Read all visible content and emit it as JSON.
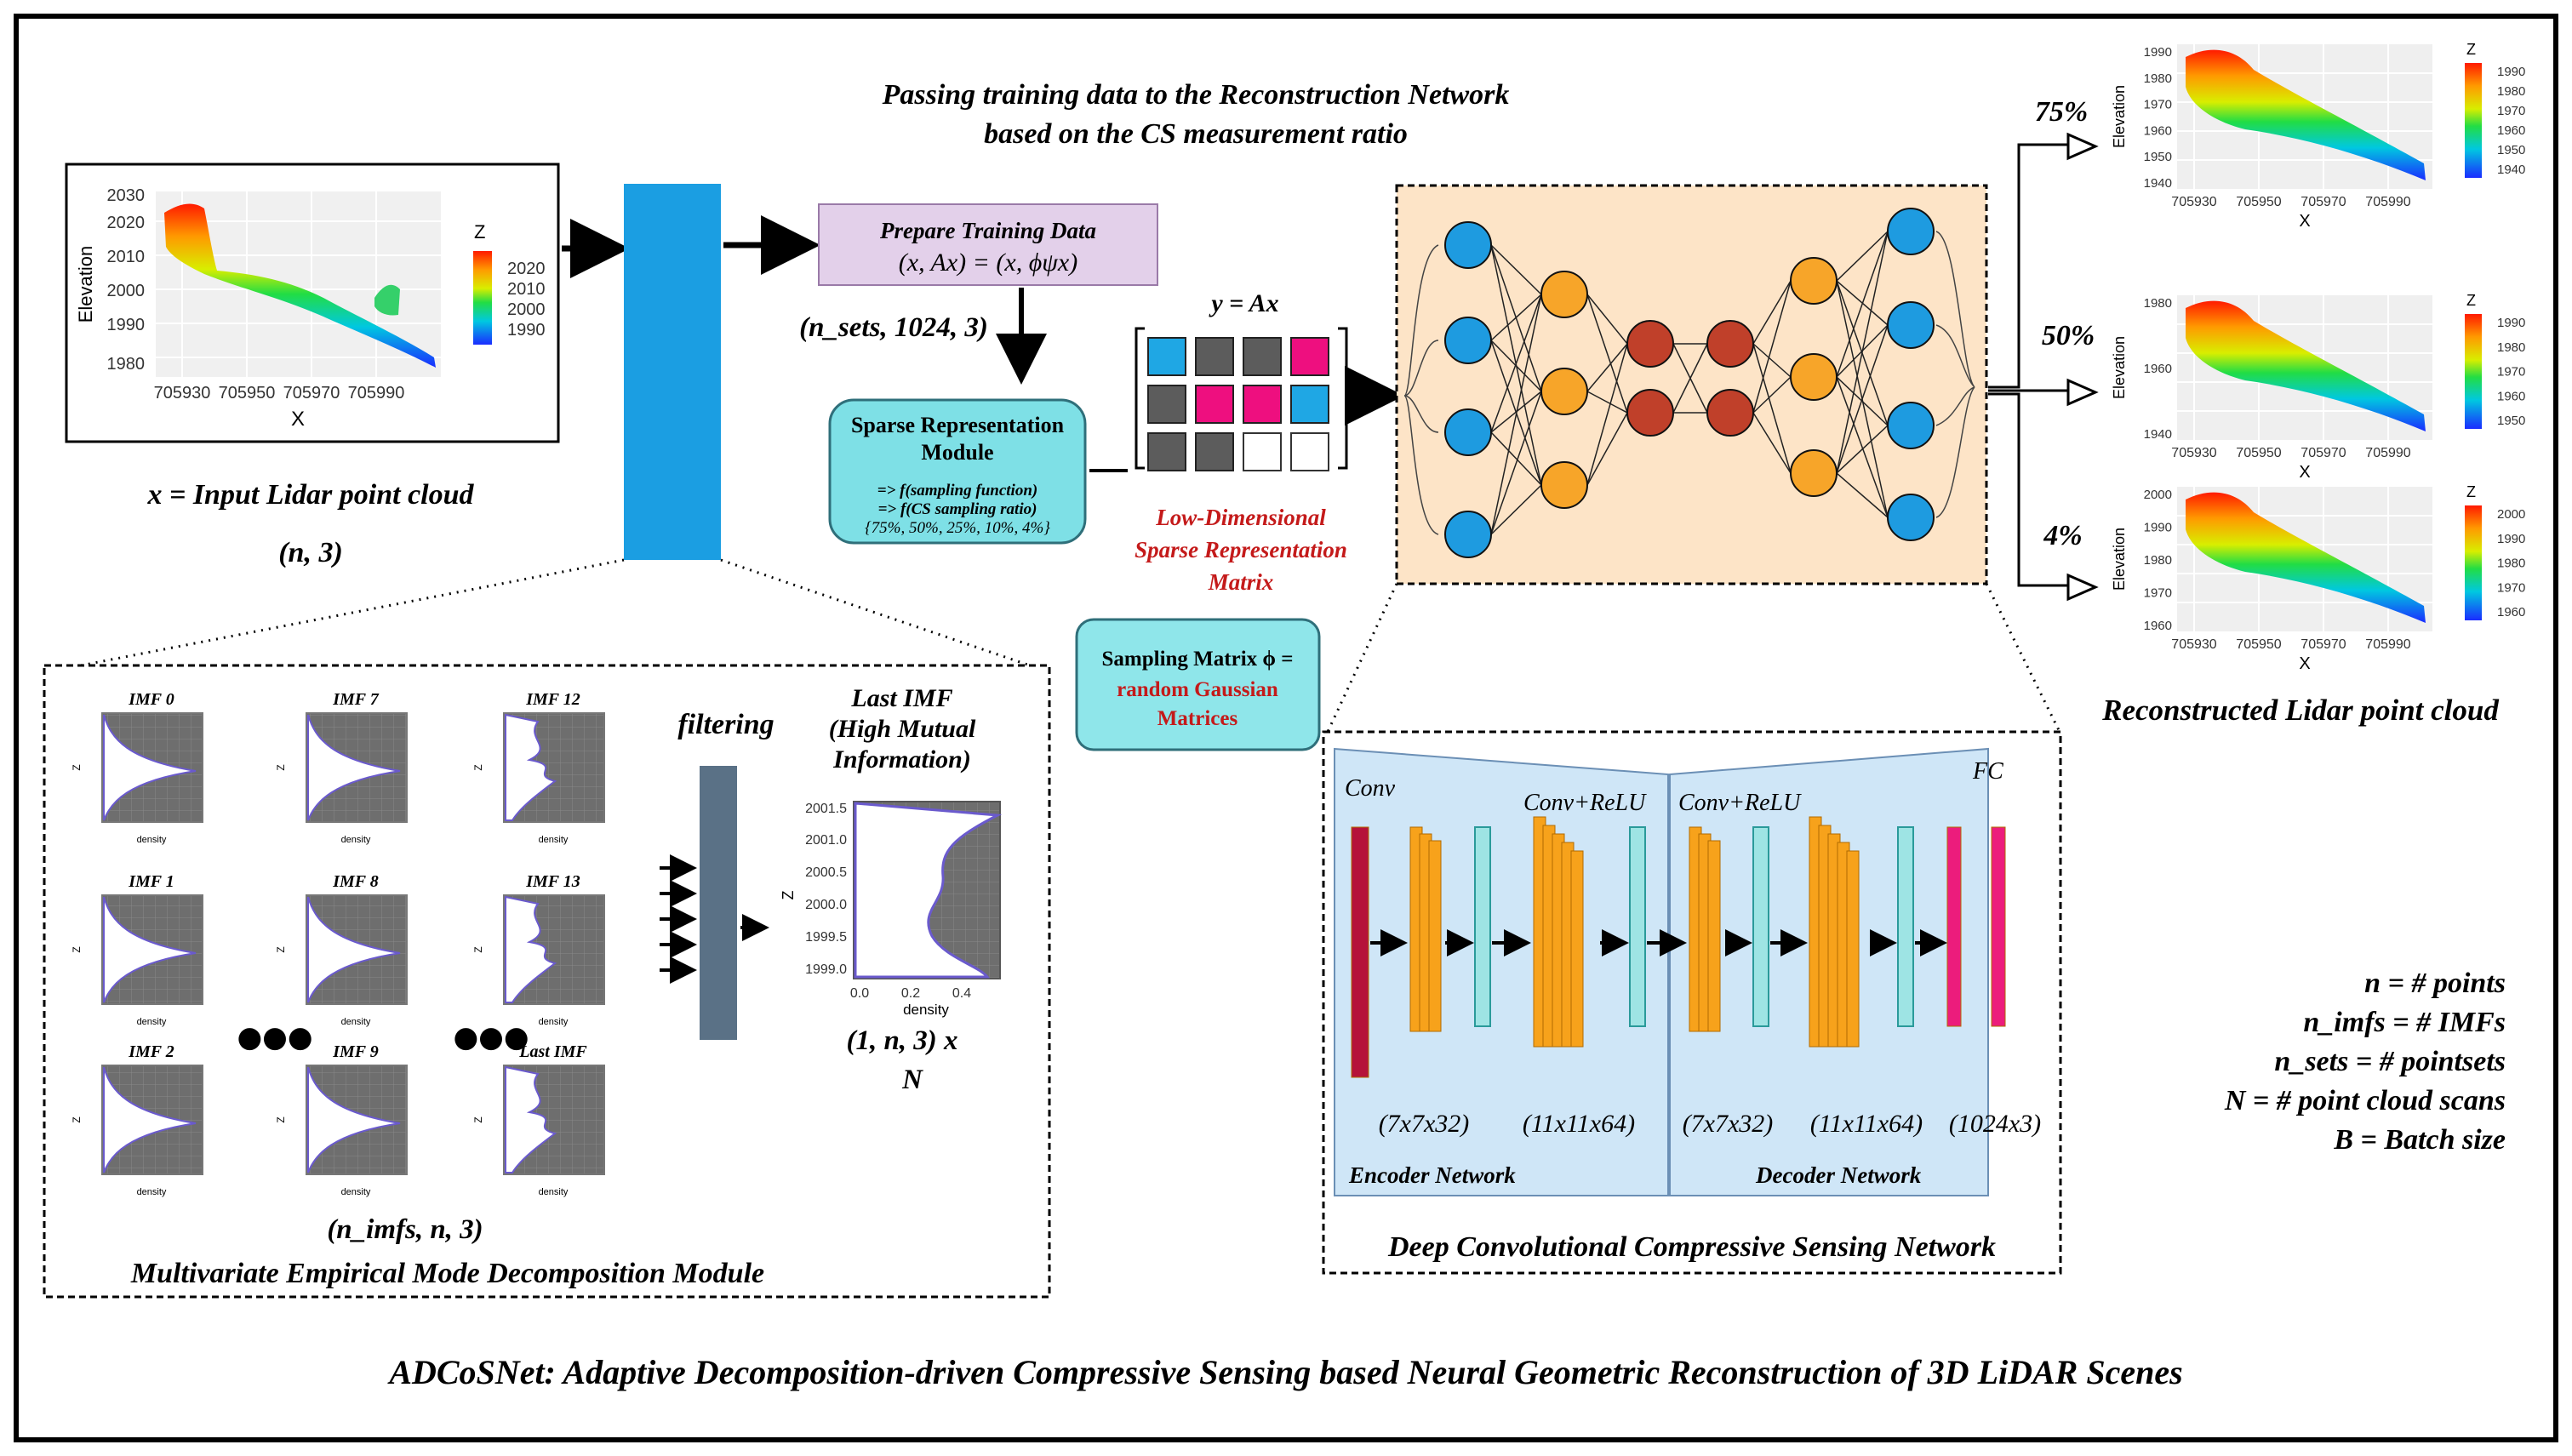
{
  "top_title_lines": [
    "Passing training data to the Reconstruction Network",
    "based on the CS measurement ratio"
  ],
  "input": {
    "label": "x = Input Lidar point cloud",
    "shape": "(n, 3)",
    "plot": {
      "ylabel": "Elevation",
      "xlabel": "X",
      "zlabel": "Z",
      "yticks": [
        "2030",
        "2020",
        "2010",
        "2000",
        "1990",
        "1980"
      ],
      "xticks": [
        "705930",
        "705950",
        "705970",
        "705990"
      ],
      "legend_ticks": [
        "2020",
        "2010",
        "2000",
        "1990"
      ]
    }
  },
  "prepare": {
    "title": "Prepare Training Data",
    "formula": "(x, Ax) = (x, ϕψx)"
  },
  "n_sets_label": "(n_sets, 1024, 3)",
  "sparse_module": {
    "title_lines": [
      "Sparse Representation",
      "Module"
    ],
    "items": [
      "=> f(sampling function)",
      "=> f(CS sampling ratio)",
      "{75%, 50%, 25%, 10%, 4%}"
    ]
  },
  "y_eq": "y = Ax",
  "matrix": {
    "cells": [
      "blue",
      "gray",
      "gray",
      "pink",
      "gray",
      "pink",
      "pink",
      "blue",
      "gray",
      "gray",
      "white",
      "white"
    ],
    "colors": {
      "blue": "#1fa7e4",
      "pink": "#ee0f7f",
      "gray": "#5c5c5c",
      "white": "#ffffff"
    }
  },
  "low_dim_label_lines": [
    "Low-Dimensional",
    "Sparse Representation",
    "Matrix"
  ],
  "sampling_matrix": {
    "line1": "Sampling Matrix ϕ =",
    "line2": "random Gaussian",
    "line3": "Matrices"
  },
  "network": {
    "colors": {
      "blue": "#1e9be0",
      "orange": "#f7a529",
      "red": "#c0402a",
      "bg": "#fde4c7"
    }
  },
  "ratios": [
    "75%",
    "50%",
    "4%"
  ],
  "recon_plots": [
    {
      "ylabel": "Elevation",
      "xlabel": "X",
      "zlabel": "Z",
      "yticks": [
        "1990",
        "1980",
        "1970",
        "1960",
        "1950",
        "1940"
      ],
      "xticks": [
        "705930",
        "705950",
        "705970",
        "705990"
      ],
      "legend_ticks": [
        "1990",
        "1980",
        "1970",
        "1960",
        "1950",
        "1940"
      ]
    },
    {
      "ylabel": "Elevation",
      "xlabel": "X",
      "zlabel": "Z",
      "yticks": [
        "1980",
        "1960",
        "1940"
      ],
      "xticks": [
        "705930",
        "705950",
        "705970",
        "705990"
      ],
      "legend_ticks": [
        "1990",
        "1980",
        "1970",
        "1960",
        "1950"
      ]
    },
    {
      "ylabel": "Elevation",
      "xlabel": "X",
      "zlabel": "Z",
      "yticks": [
        "2000",
        "1990",
        "1980",
        "1970",
        "1960"
      ],
      "xticks": [
        "705930",
        "705950",
        "705970",
        "705990"
      ],
      "legend_ticks": [
        "2000",
        "1990",
        "1980",
        "1970",
        "1960"
      ]
    }
  ],
  "recon_label": "Reconstructed Lidar point cloud",
  "memd": {
    "imf_titles": [
      "IMF 0",
      "IMF 7",
      "IMF 12",
      "IMF 1",
      "IMF 8",
      "IMF 13",
      "IMF 2",
      "IMF 9",
      "Last IMF"
    ],
    "axis_z": "Z",
    "axis_density": "density",
    "dots": "●●●",
    "filtering": "filtering",
    "last_imf_title_lines": [
      "Last IMF",
      "(High Mutual",
      "Information)"
    ],
    "last_imf_yticks": [
      "2001.5",
      "2001.0",
      "2000.5",
      "2000.0",
      "1999.5",
      "1999.0"
    ],
    "last_imf_xticks": [
      "0.0",
      "0.2",
      "0.4"
    ],
    "last_imf_xlabel": "density",
    "last_imf_zlabel": "Z",
    "out_shape_lines": [
      "(1, n, 3) x",
      "N"
    ],
    "n_imfs": "(n_imfs, n, 3)",
    "module_label": "Multivariate Empirical Mode Decomposition Module"
  },
  "dccs": {
    "conv": "Conv",
    "conv_relu_1": "Conv+ReLU",
    "conv_relu_2": "Conv+ReLU",
    "fc": "FC",
    "dims": [
      "(7x7x32)",
      "(11x11x64)",
      "(7x7x32)",
      "(11x11x64)",
      "(1024x3)"
    ],
    "encoder": "Encoder Network",
    "decoder": "Decoder Network",
    "label": "Deep Convolutional Compressive Sensing Network",
    "colors": {
      "conv": "#b5123a",
      "orange": "#f7a21b",
      "cyan": "#9ee4e4",
      "fc": "#ec1c7c",
      "panel": "#cfe6f7"
    }
  },
  "legend_defs": [
    "n = # points",
    "n_imfs = # IMFs",
    "n_sets = # pointsets",
    "N = # point cloud scans",
    "B = Batch size"
  ],
  "bottom_title": "ADCoSNet: Adaptive Decomposition-driven Compressive Sensing based Neural Geometric Reconstruction of 3D LiDAR Scenes"
}
